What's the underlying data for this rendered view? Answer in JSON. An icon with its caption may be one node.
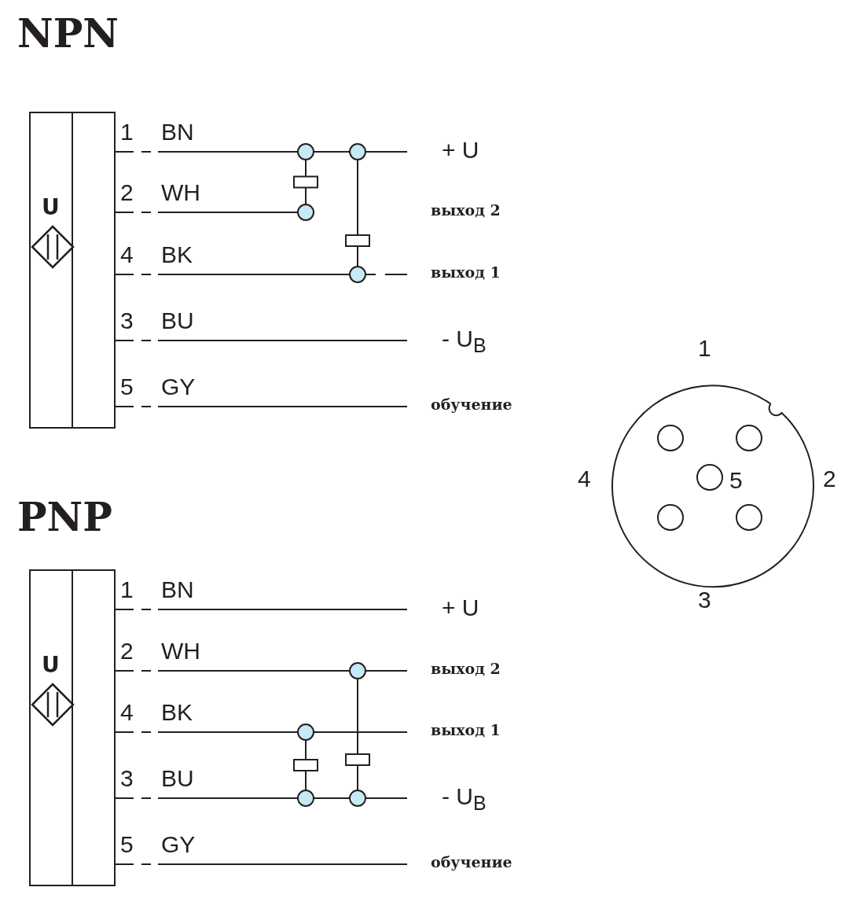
{
  "diagram": {
    "nodes": [
      {
        "text": [
          "U"
        ]
      },
      {
        "text": [
          "U"
        ]
      }
    ],
    "labels": [
      "NPN",
      "1",
      "BN",
      "+ U",
      "2",
      "WH",
      "выход 2",
      "4",
      "BK",
      "выход 1",
      "3",
      "BU",
      "- U$_{B}$",
      "5",
      "GY",
      "обучение",
      "1",
      "4",
      "5",
      "2",
      "3",
      "PNP",
      "1",
      "BN",
      "+ U",
      "2",
      "WH",
      "выход 2",
      "4",
      "BK",
      "выход 1",
      "3",
      "BU",
      "- U$_{B}$",
      "5",
      "GY",
      "обучение"
    ]
  }
}
